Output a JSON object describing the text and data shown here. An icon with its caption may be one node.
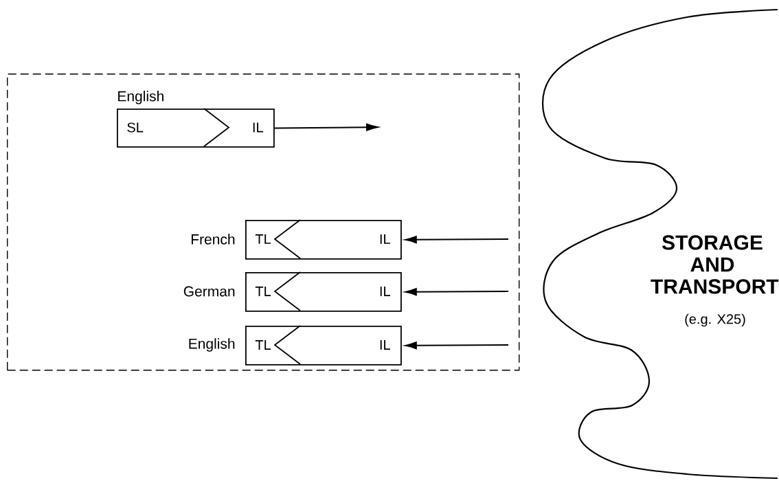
{
  "diagram": {
    "nodes": [
      {
        "text": [],
        "shape": "box"
      },
      {
        "text": [
          "SL",
          "IL"
        ],
        "beside": [
          "English"
        ],
        "in": 0
      },
      {
        "text": [
          "TL",
          "IL"
        ],
        "beside": [
          "French"
        ],
        "in": 0
      },
      {
        "text": [
          "TL",
          "IL"
        ],
        "beside": [
          "German"
        ],
        "in": 0
      },
      {
        "text": [
          "TL",
          "IL"
        ],
        "beside": [
          "English"
        ],
        "in": 0
      },
      {
        "text": [
          "STORAGE AND TRANSPORT",
          "(e.g. X25)"
        ]
      }
    ],
    "edges": [
      {
        "from": 1,
        "to": null,
        "arrow": "to"
      },
      {
        "from": null,
        "to": 2,
        "arrow": "to"
      },
      {
        "from": null,
        "to": 3,
        "arrow": "to"
      },
      {
        "from": null,
        "to": 4,
        "arrow": "to"
      }
    ]
  }
}
